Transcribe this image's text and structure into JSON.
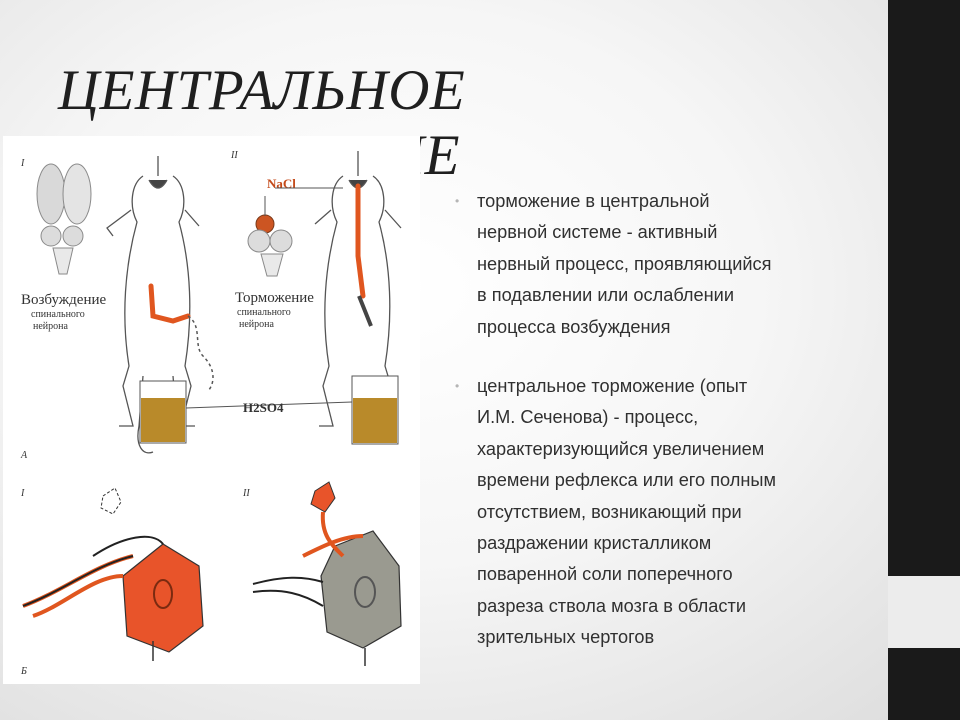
{
  "slide": {
    "title": "ЦЕНТРАЛЬНОЕ ТОРМОЖЕНИЕ"
  },
  "figure": {
    "panel_labels": {
      "i_top": "I",
      "ii_top": "II",
      "a": "А",
      "i_bottom": "I",
      "ii_bottom": "II",
      "b": "Б"
    },
    "caption_excitation": [
      "Возбуждение",
      "спинального",
      "нейрона"
    ],
    "caption_inhibition": [
      "Торможение",
      "спинального",
      "нейрона"
    ],
    "nacl_label": "NaCl",
    "acid_label": "H2SO4",
    "colors": {
      "nerve_orange": "#e0561f",
      "acid_brown": "#b98a2a",
      "neuron_red": "#e8542a",
      "neuron_gray": "#9a9a90"
    }
  },
  "bullets": [
    {
      "mark": "•",
      "lines": [
        "торможение в центральной",
        "нервной системе - активный",
        "нервный процесс, проявляющийся",
        "в подавлении или ослаблении",
        "процесса возбуждения"
      ]
    },
    {
      "mark": "•",
      "lines": [
        "центральное торможение (опыт",
        "И.М. Сеченова) - процесс,",
        "характеризующийся увеличением",
        "времени рефлекса или его полным",
        "отсутствием, возникающий при",
        "раздражении кристалликом",
        "поваренной соли поперечного",
        "разреза ствола мозга в области",
        "зрительных чертогов"
      ]
    }
  ],
  "sidebar_icons": [
    "dark-block-top",
    "light-block",
    "dark-block-bottom"
  ]
}
